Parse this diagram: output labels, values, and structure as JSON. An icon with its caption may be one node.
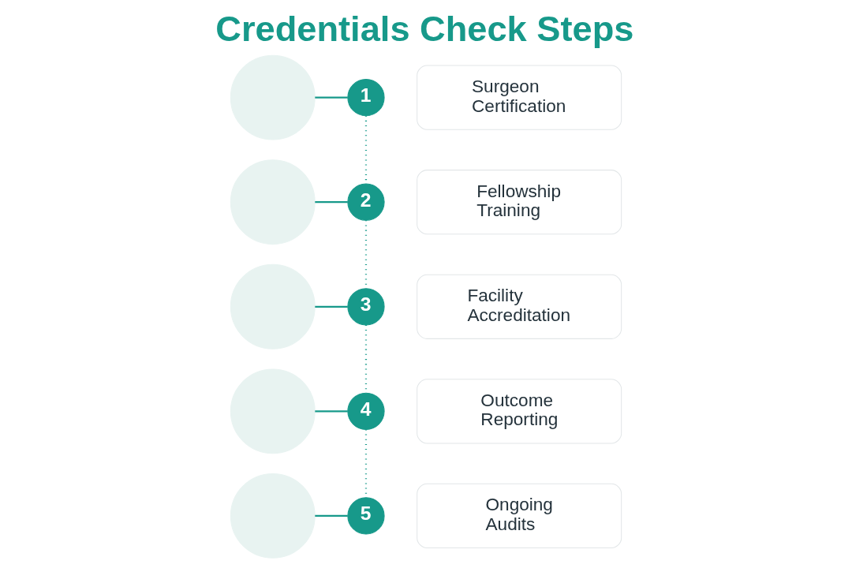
{
  "diagram": {
    "title": "Credentials Check Steps",
    "nodes": [
      {
        "text": [],
        "shape": "circle"
      },
      {
        "text": [
          "1"
        ]
      },
      {
        "text": [
          "Surgeon Certification"
        ]
      },
      {
        "text": [],
        "shape": "circle"
      },
      {
        "text": [
          "2"
        ]
      },
      {
        "text": [
          "Fellowship Training"
        ]
      },
      {
        "text": [],
        "shape": "circle"
      },
      {
        "text": [
          "3"
        ]
      },
      {
        "text": [
          "Facility Accreditation"
        ]
      },
      {
        "text": [],
        "shape": "circle"
      },
      {
        "text": [
          "4"
        ]
      },
      {
        "text": [
          "Outcome Reporting"
        ]
      },
      {
        "text": [],
        "shape": "circle"
      },
      {
        "text": [
          "5"
        ]
      },
      {
        "text": [
          "Ongoing Audits"
        ]
      }
    ],
    "edges": [
      {
        "from": 0,
        "to": 1,
        "arrow": "none"
      },
      {
        "from": 1,
        "to": 4,
        "arrow": "none",
        "style": "dashed"
      },
      {
        "from": 3,
        "to": 4,
        "arrow": "none"
      },
      {
        "from": 4,
        "to": 7,
        "arrow": "none",
        "style": "dashed"
      },
      {
        "from": 6,
        "to": 7,
        "arrow": "none"
      },
      {
        "from": 7,
        "to": 10,
        "arrow": "none",
        "style": "dashed"
      },
      {
        "from": 9,
        "to": 10,
        "arrow": "none"
      },
      {
        "from": 10,
        "to": 13,
        "arrow": "none",
        "style": "dashed"
      },
      {
        "from": 12,
        "to": 13,
        "arrow": "none"
      }
    ]
  }
}
